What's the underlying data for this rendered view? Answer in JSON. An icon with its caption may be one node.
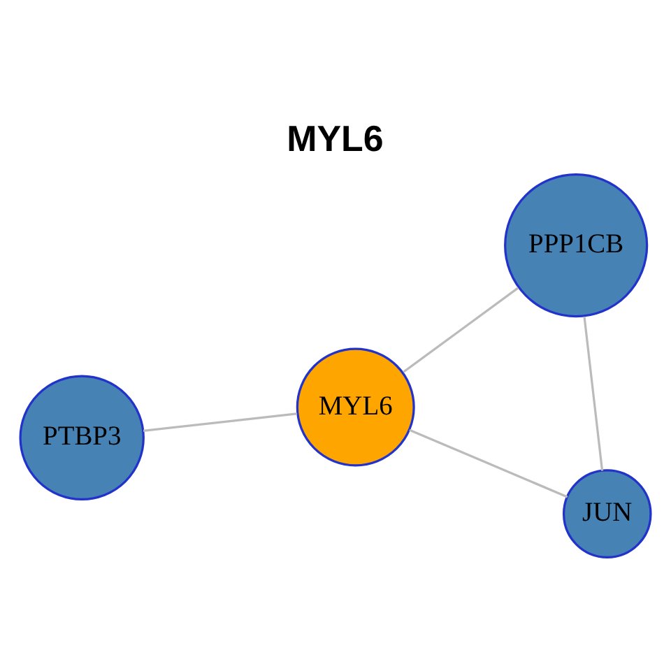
{
  "diagram": {
    "title": "MYL6",
    "nodes": [
      {
        "text": [
          "PTBP3"
        ]
      },
      {
        "text": [
          "MYL6"
        ]
      },
      {
        "text": [
          "JUN"
        ]
      },
      {
        "text": [
          "PPP1CB"
        ]
      }
    ],
    "edges": [
      {
        "from": 1,
        "to": 0,
        "arrow": "none"
      },
      {
        "from": 1,
        "to": 2,
        "arrow": "none"
      },
      {
        "from": 1,
        "to": 3,
        "arrow": "none"
      },
      {
        "from": 2,
        "to": 3,
        "arrow": "none"
      }
    ]
  }
}
